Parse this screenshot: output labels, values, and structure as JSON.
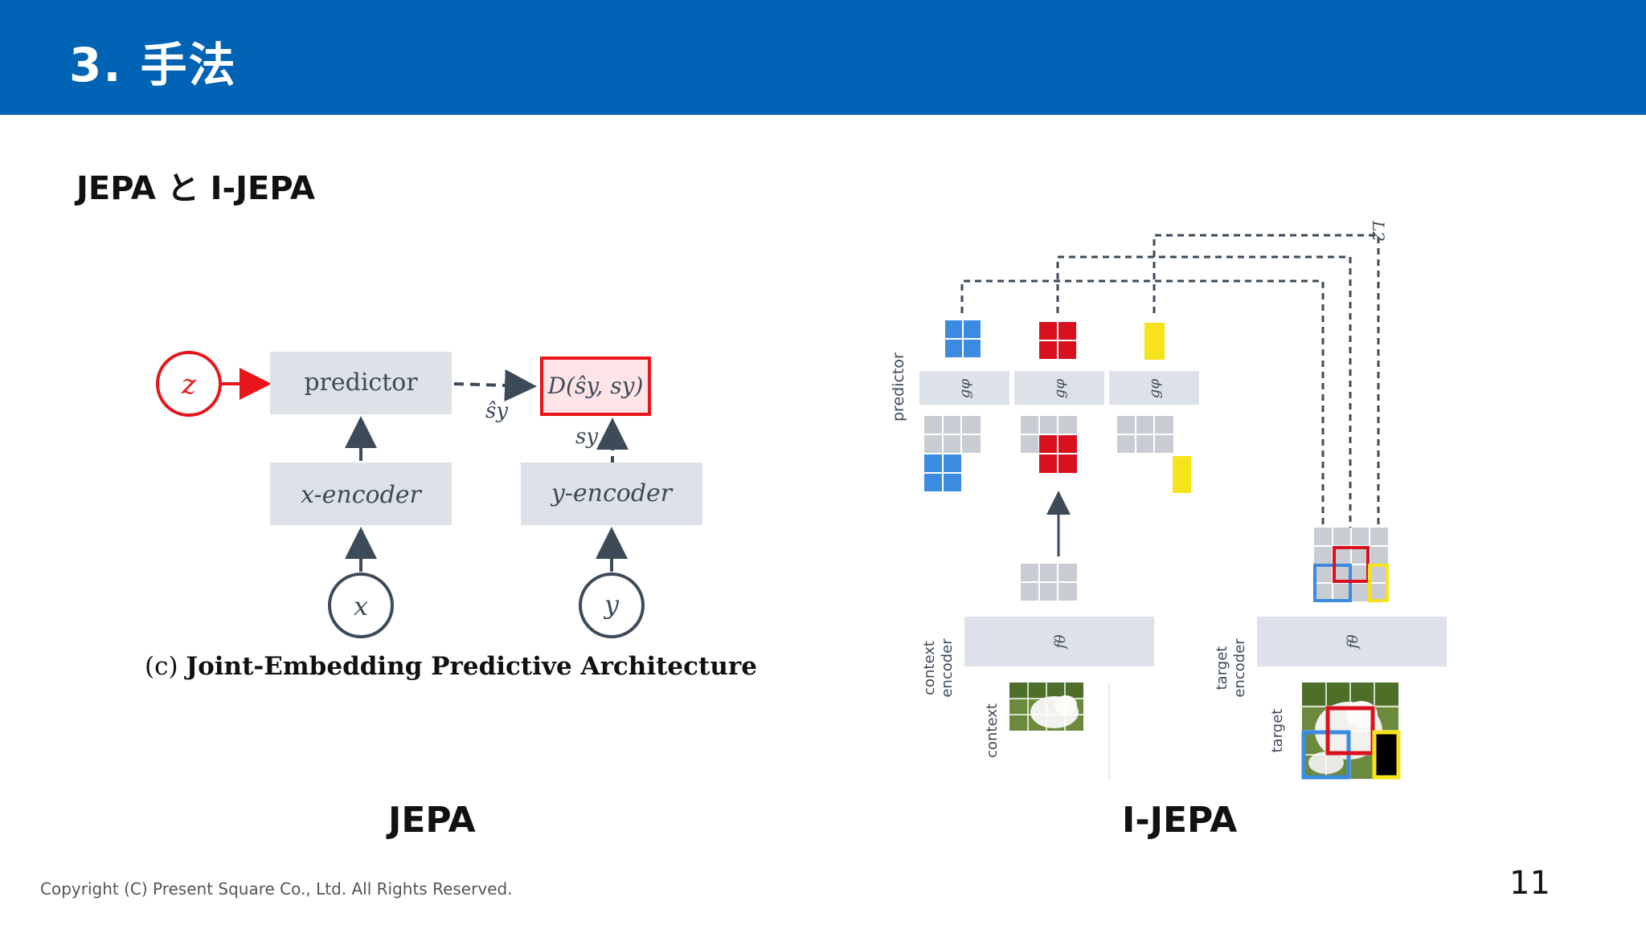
{
  "header": {
    "title": "3. 手法"
  },
  "subtitle": "JEPA と I-JEPA",
  "jepa": {
    "z_label": "z",
    "predictor_label": "predictor",
    "x_encoder_label": "x-encoder",
    "y_encoder_label": "y-encoder",
    "x_label": "x",
    "y_label": "y",
    "distance_label": "D(ŝy, sy)",
    "shat_label": "ŝy",
    "s_label": "sy",
    "caption_prefix": "(c) ",
    "caption_main": "Joint-Embedding Predictive Architecture",
    "colors": {
      "accent_red": "#e8151b",
      "box_fill": "#dde1e8",
      "node": "#3d4a58"
    }
  },
  "ijepa": {
    "predictor_label": "predictor",
    "g_phi_label": "gφ",
    "f_theta_label": "fθ",
    "context_encoder_label_1": "context",
    "context_encoder_label_2": "encoder",
    "target_encoder_label_1": "target",
    "target_encoder_label_2": "encoder",
    "context_label": "context",
    "target_label": "target",
    "l2_label": "L2",
    "colors": {
      "blue": "#3b8be0",
      "red": "#d9111f",
      "yellow": "#f6e31b",
      "gray": "#c9cdd3"
    }
  },
  "captions": {
    "left": "JEPA",
    "right": "I-JEPA"
  },
  "footer": {
    "copyright": "Copyright (C) Present Square Co., Ltd. All Rights Reserved.",
    "page_number": "11"
  }
}
